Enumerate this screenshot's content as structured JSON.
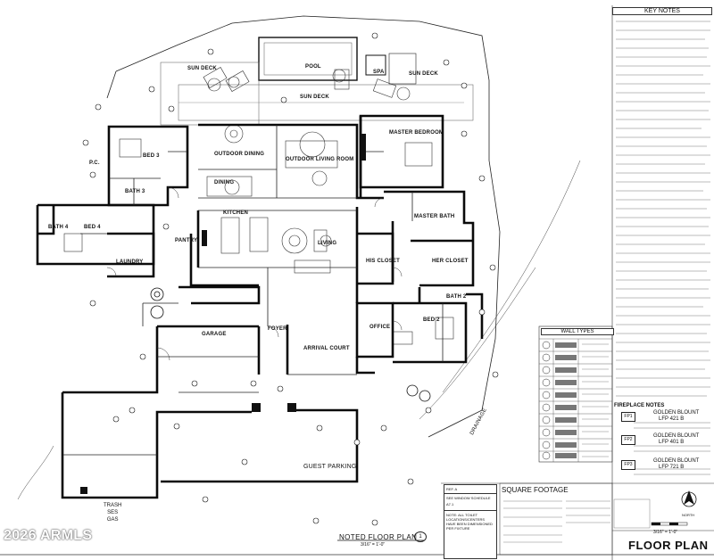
{
  "sheet": {
    "title": "FLOOR PLAN",
    "key_notes_title": "KEY NOTES",
    "wall_types_title": "WALL TYPES",
    "fireplace_title": "FIREPLACE NOTES",
    "fireplaces": [
      {
        "tag": "FP1",
        "label": "GOLDEN BLOUNT",
        "model": "LFP 421 B"
      },
      {
        "tag": "FP2",
        "label": "GOLDEN BLOUNT",
        "model": "LFP 401 B"
      },
      {
        "tag": "FP3",
        "label": "GOLDEN BLOUNT",
        "model": "LFP 721 B"
      }
    ],
    "square_footage_title": "SQUARE FOOTAGE",
    "noted_plan_title": "NOTED FLOOR PLAN",
    "noted_plan_number": "1",
    "noted_plan_scale": "3/16\" = 1'-0\"",
    "scale": "3/16\" = 1'-0\"",
    "north_label": "NORTH",
    "watermark": "2026 ARMLS",
    "notes_box": {
      "label": "REF. A",
      "text1": "SEE WINDOW SCHEDULE",
      "text2": "A7.1",
      "text3": "NOTE: ALL TOILET LOCATIONS/CENTERS HAVE BEEN DIMENSIONED PER FIXTURE"
    }
  },
  "rooms": {
    "sun_deck_1": "SUN DECK",
    "pool": "POOL",
    "spa": "SPA",
    "sun_deck_2": "SUN DECK",
    "sun_deck_3": "SUN DECK",
    "outdoor_dining": "OUTDOOR DINING",
    "outdoor_living": "OUTDOOR LIVING ROOM",
    "master_bedroom": "MASTER BEDROOM",
    "bedroom_3": "BED 3",
    "pc": "P.C.",
    "bath_3": "BATH 3",
    "dining": "DINING",
    "kitchen": "KITCHEN",
    "living": "LIVING",
    "pantry": "PANTRY",
    "master_bath": "MASTER BATH",
    "his_closet": "HIS CLOSET",
    "her_closet": "HER CLOSET",
    "bedroom_4": "BED 4",
    "bath_4": "BATH 4",
    "laundry": "LAUNDRY",
    "office": "OFFICE",
    "bedroom_2": "BED 2",
    "bath_2": "BATH 2",
    "foyer": "FOYER",
    "arrival_court": "ARRIVAL COURT",
    "garage": "GARAGE",
    "guest_parking": "GUEST PARKING",
    "drainage": "DRAINAGE",
    "trash_line1": "TRASH",
    "trash_line2": "SES",
    "trash_line3": "GAS"
  }
}
